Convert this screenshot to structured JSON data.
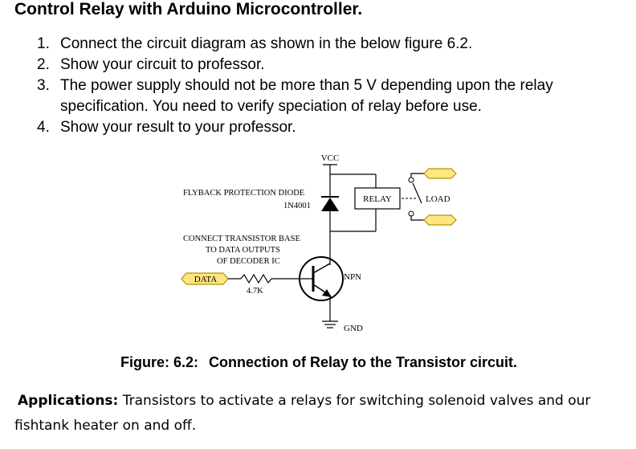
{
  "document": {
    "title": "Control Relay with Arduino Microcontroller.",
    "steps": [
      {
        "num": "1.",
        "text": "Connect the circuit diagram as shown in the below figure 6.2."
      },
      {
        "num": "2.",
        "text": "Show your circuit to professor."
      },
      {
        "num": "3.",
        "text": "The power supply should not be more than 5 V depending upon the relay specification.  You need to verify speciation of relay before use."
      },
      {
        "num": "4.",
        "text": "Show your result to your professor."
      }
    ],
    "figure": {
      "caption_label": "Figure: 6.2:",
      "caption_text": "Connection of Relay to the Transistor circuit.",
      "labels": {
        "vcc": "VCC",
        "diode_title": "FLYBACK PROTECTION DIODE",
        "diode_part": "1N4001",
        "relay": "RELAY",
        "load": "LOAD",
        "base_note_1": "CONNECT TRANSISTOR BASE",
        "base_note_2": "TO DATA OUTPUTS",
        "base_note_3": "OF DECODER IC",
        "data": "DATA",
        "resistor": "4.7K",
        "npn": "NPN",
        "gnd": "GND"
      },
      "colors": {
        "tag_fill": "#ffe680",
        "tag_stroke": "#b39400",
        "wire": "#000000",
        "diode_fill": "#000000"
      }
    },
    "applications": {
      "lead": "Applications:",
      "text": "Transistors to activate a relays for switching solenoid valves and our fishtank heater on and off."
    }
  }
}
